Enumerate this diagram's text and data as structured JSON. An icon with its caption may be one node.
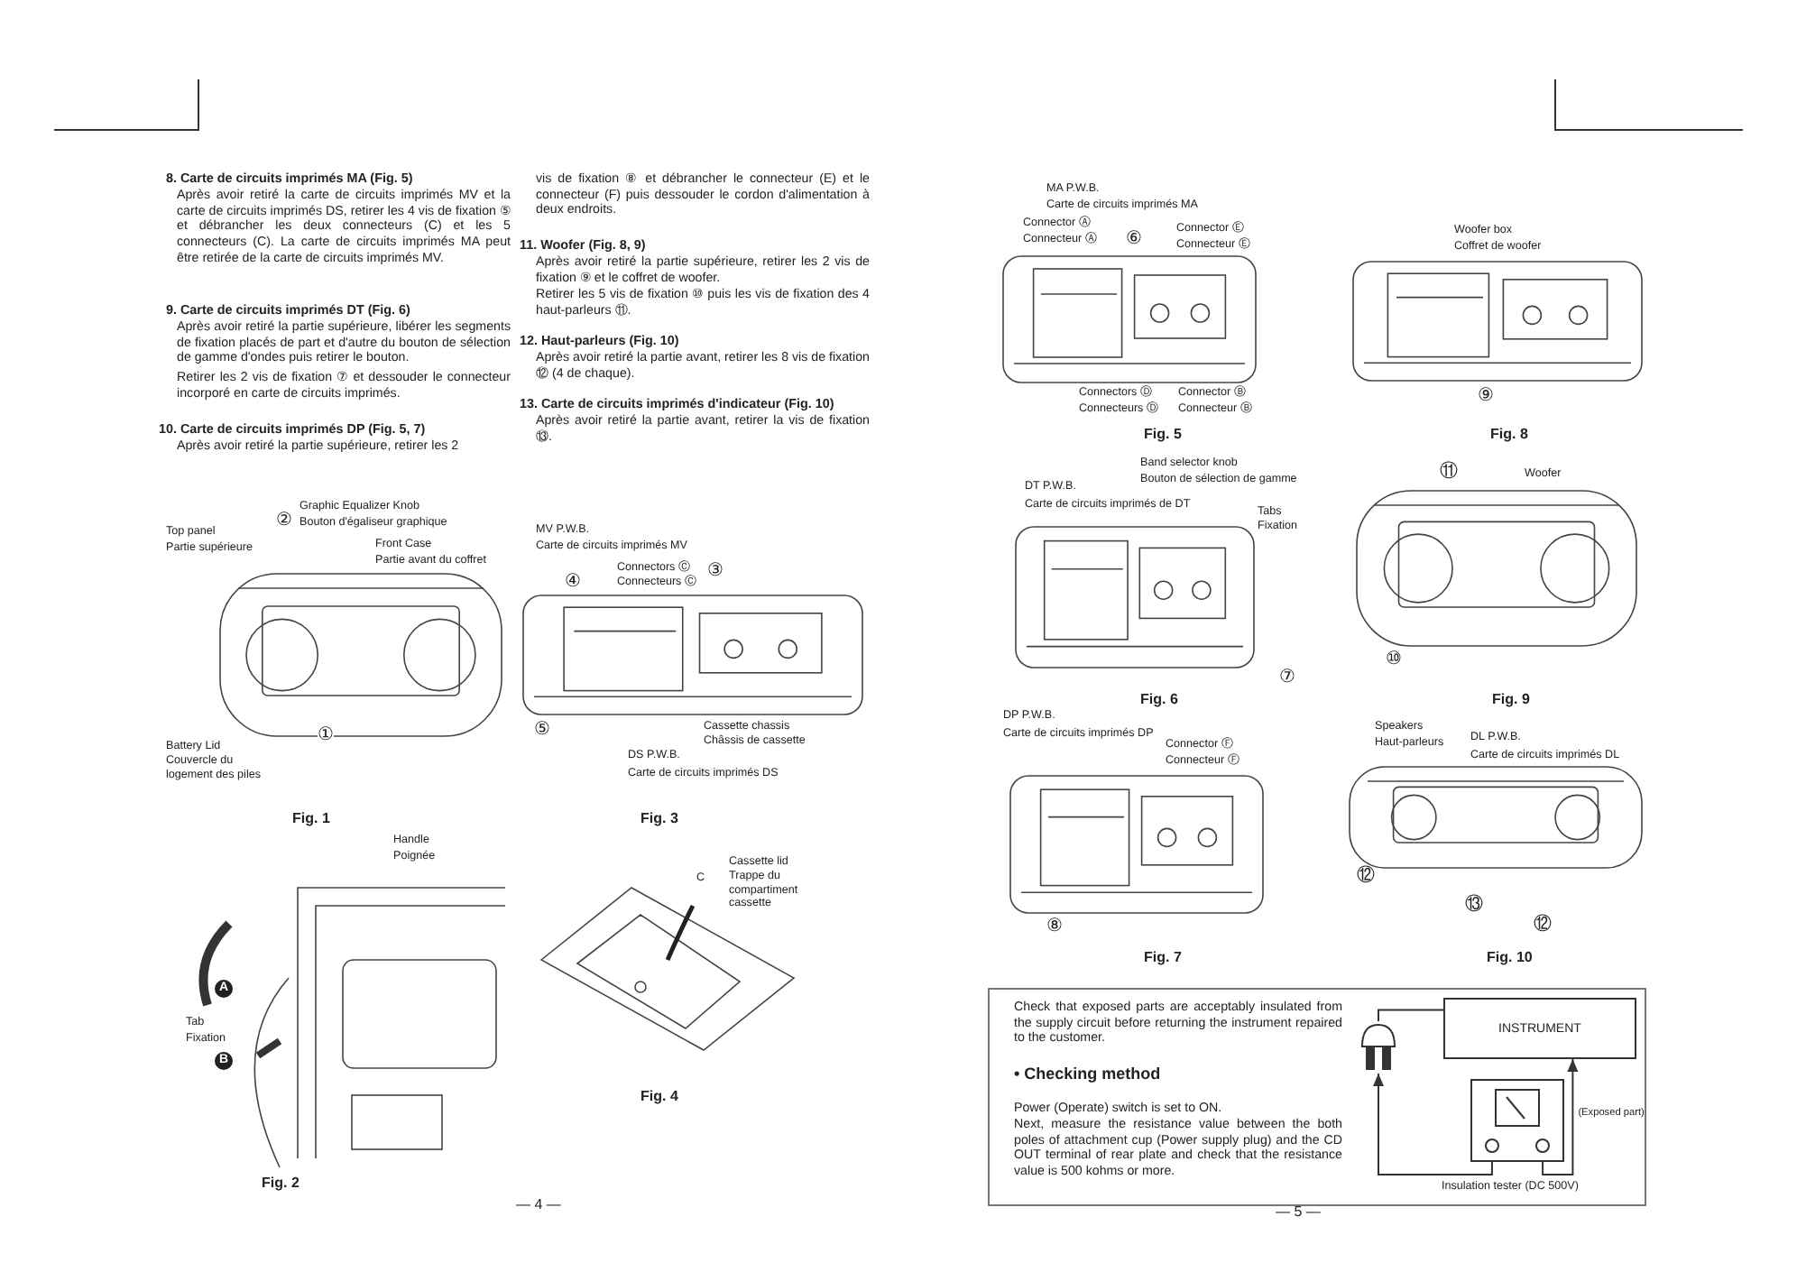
{
  "diagram": {
    "nodes": [
      {
        "text": [
          "INSTRUMENT"
        ]
      },
      {
        "text": [],
        "shape": "picture"
      },
      {
        "text": [],
        "shape": "picture",
        "beside": [
          "Insulation tester (DC 500V)"
        ]
      }
    ],
    "edges": [
      {
        "from": 1,
        "to": 0,
        "arrow": "none"
      },
      {
        "from": 2,
        "to": 1,
        "arrow": "to"
      },
      {
        "from": 2,
        "to": 0,
        "arrow": "to",
        "label": "(Exposed part)"
      }
    ],
    "labels": [
      "8. Carte de circuits imprimés MA (Fig. 5)",
      "Après avoir retiré la carte de circuits imprimés MV et la carte de circuits imprimés DS, retirer les 4 vis de fixation ⑤ et débrancher les deux connecteurs (C) et les 5 connecteurs (C). La carte de circuits imprimés MA peut être retirée de la carte de circuits imprimés MV.",
      "9. Carte de circuits imprimés DT (Fig. 6)",
      "Après avoir retiré la partie supérieure, libérer les segments de fixation placés de part et d'autre du bouton de sélection de gamme d'ondes puis retirer le bouton.",
      "Retirer les 2 vis de fixation ⑦ et dessouder le connecteur incorporé en carte de circuits imprimés.",
      "10. Carte de circuits imprimés DP (Fig. 5, 7)",
      "Après avoir retiré la partie supérieure, retirer les 2",
      "vis de fixation ⑧ et débrancher le connecteur (E) et le connecteur (F) puis dessouder le cordon d'alimentation à deux endroits.",
      "11. Woofer (Fig. 8, 9)",
      "Après avoir retiré la partie supérieure, retirer les 2 vis de fixation ⑨ et le coffret de woofer.",
      "Retirer les 5 vis de fixation ⑩ puis les vis de fixation des 4 haut-parleurs ⑪.",
      "12. Haut-parleurs (Fig. 10)",
      "Après avoir retiré la partie avant, retirer les 8 vis de fixation ⑫ (4 de chaque).",
      "13. Carte de circuits imprimés d'indicateur (Fig. 10)",
      "Après avoir retiré la partie avant, retirer la vis de fixation ⑬.",
      "Graphic Equalizer Knob",
      "②",
      "Bouton d'égaliseur graphique",
      "Top panel",
      "Partie supérieure",
      "Front Case",
      "Partie avant du coffret",
      "①",
      "Battery Lid",
      "Couvercle du logement des piles",
      "Fig. 1",
      "MV P.W.B.",
      "Carte de circuits imprimés MV",
      "Connectors Ⓒ",
      "④",
      "Connecteurs Ⓒ",
      "③",
      "⑤",
      "Cassette chassis",
      "Châssis de cassette",
      "DS P.W.B.",
      "Carte de circuits imprimés DS",
      "Fig. 3",
      "Handle",
      "Poignée",
      "A",
      "Tab",
      "Fixation",
      "B",
      "Fig. 2",
      "C",
      "Cassette lid",
      "Trappe du compartiment cassette",
      "Fig. 4",
      "— 4 —",
      "MA P.W.B.",
      "Carte de circuits imprimés MA",
      "Connector Ⓐ",
      "Connecteur Ⓐ",
      "⑥",
      "Connector Ⓔ",
      "Connecteur Ⓔ",
      "Connectors Ⓓ",
      "Connecteurs Ⓓ",
      "Connector Ⓑ",
      "Connecteur Ⓑ",
      "Fig. 5",
      "Woofer box",
      "Coffret de woofer",
      "⑨",
      "Fig. 8",
      "Band selector knob",
      "Bouton de sélection de gamme",
      "DT P.W.B.",
      "Carte de circuits imprimés de DT",
      "Tabs",
      "Fixation",
      "⑦",
      "Fig. 6",
      "⑪",
      "Woofer",
      "⑩",
      "Fig. 9",
      "DP P.W.B.",
      "Carte de circuits imprimés DP",
      "Connector Ⓕ",
      "Connecteur Ⓕ",
      "⑧",
      "Fig. 7",
      "Speakers",
      "Haut-parleurs",
      "DL P.W.B.",
      "Carte de circuits imprimés DL",
      "⑫",
      "⑬",
      "⑫",
      "Fig. 10",
      "Check that exposed parts are acceptably insulated from the supply circuit before returning the instrument repaired to the customer.",
      "• Checking method",
      "Power (Operate) switch is set to ON.",
      "Next, measure the resistance value between the both poles of attachment cup (Power supply plug) and the CD OUT terminal of rear plate and check that the resistance value is 500 kohms or more.",
      "— 5 —"
    ]
  }
}
